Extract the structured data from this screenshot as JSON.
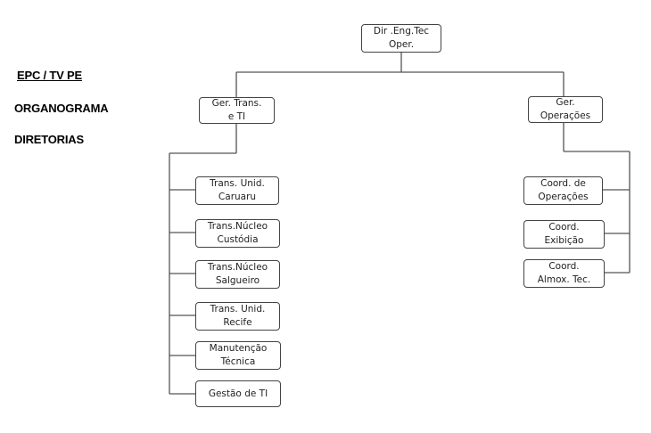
{
  "header": {
    "line1": "EPC / TV PE",
    "line2": "ORGANOGRAMA",
    "line3": "DIRETORIAS"
  },
  "org": {
    "root": "Dir .Eng.Tec\nOper.",
    "left_manager": "Ger. Trans.\ne TI",
    "right_manager": "Ger.\nOperações",
    "left_units": [
      "Trans. Unid.\nCaruaru",
      "Trans.Núcleo\nCustódia",
      "Trans.Núcleo\nSalgueiro",
      "Trans. Unid.\nRecife",
      "Manutenção\nTécnica",
      "Gestão de TI"
    ],
    "right_units": [
      "Coord. de\nOperações",
      "Coord.\nExibição",
      "Coord.\nAlmox. Tec."
    ]
  }
}
